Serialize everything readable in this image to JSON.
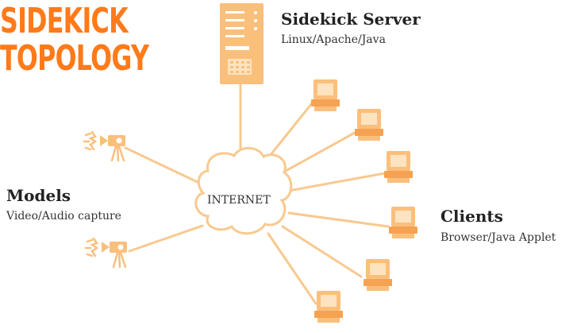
{
  "colors": {
    "accent": "#ff7a1a",
    "line": "#f8c98f",
    "icon": "#fbbf7c",
    "icon_dark": "#f5a253",
    "screen": "#fde3bf"
  },
  "title": {
    "line1": "SIDEKICK",
    "line2": "TOPOLOGY"
  },
  "server": {
    "name": "Sidekick Server",
    "stack": "Linux/Apache/Java",
    "icon": "server-tower-icon"
  },
  "cloud": {
    "label": "INTERNET",
    "icon": "cloud-icon"
  },
  "models": {
    "name": "Models",
    "detail": "Video/Audio capture",
    "icon": "video-camera-icon"
  },
  "clients": {
    "name": "Clients",
    "detail": "Browser/Java Applet",
    "icon": "desktop-computer-icon"
  }
}
